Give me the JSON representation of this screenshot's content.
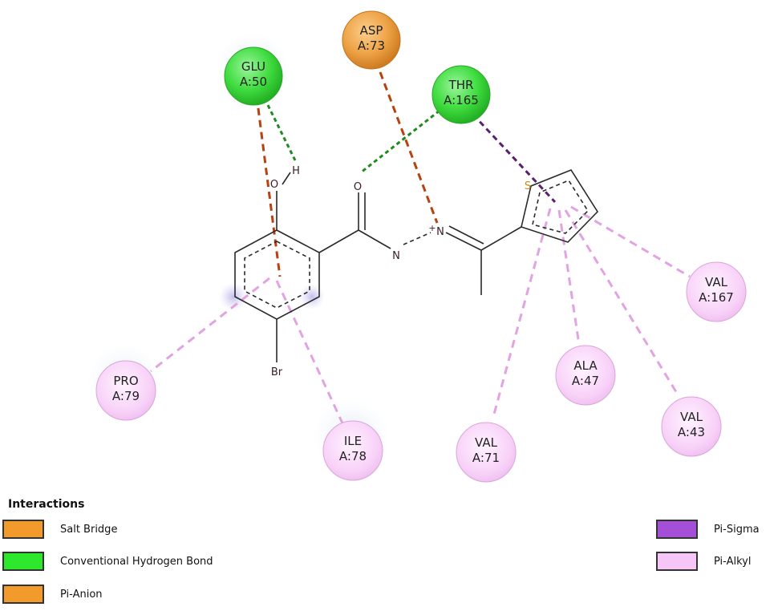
{
  "residues": {
    "asp73": {
      "name": "ASP",
      "id": "A:73"
    },
    "glu50": {
      "name": "GLU",
      "id": "A:50"
    },
    "thr165": {
      "name": "THR",
      "id": "A:165"
    },
    "val167": {
      "name": "VAL",
      "id": "A:167"
    },
    "ala47": {
      "name": "ALA",
      "id": "A:47"
    },
    "val43": {
      "name": "VAL",
      "id": "A:43"
    },
    "val71": {
      "name": "VAL",
      "id": "A:71"
    },
    "ile78": {
      "name": "ILE",
      "id": "A:78"
    },
    "pro79": {
      "name": "PRO",
      "id": "A:79"
    }
  },
  "atoms": {
    "o_hydroxyl": "O",
    "h_hydroxyl": "H",
    "o_carbonyl": "O",
    "n_amide": "N",
    "n_imine": "N",
    "n_plus": "+",
    "s_thiophene": "S",
    "br": "Br"
  },
  "legend": {
    "title": "Interactions",
    "items": [
      {
        "label": "Salt Bridge",
        "color": "#f39a2c"
      },
      {
        "label": "Conventional Hydrogen Bond",
        "color": "#2ee82e"
      },
      {
        "label": "Pi-Anion",
        "color": "#f39a2c"
      },
      {
        "label": "Pi-Sigma",
        "color": "#a54fd9"
      },
      {
        "label": "Pi-Alkyl",
        "color": "#f6c6f6"
      }
    ]
  },
  "colors": {
    "salt_bridge": "#b5420f",
    "hbond": "#1f8a1f",
    "pi_sigma": "#5a1f6e",
    "pi_alkyl": "#e2a3e2",
    "green_residue": "#36d436",
    "orange_residue": "#e9932c",
    "pink_residue": "#f8d4f8"
  }
}
